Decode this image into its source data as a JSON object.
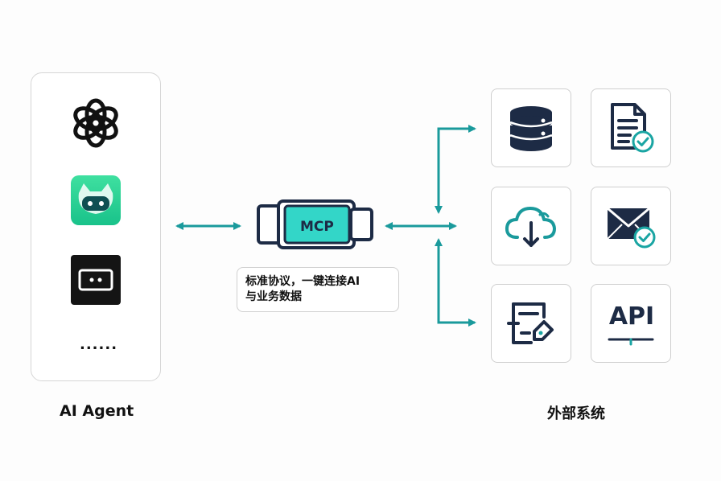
{
  "agent_label": "AI Agent",
  "ellipsis": "......",
  "mcp_label": "MCP",
  "caption": {
    "line1": "标准协议，一键连接AI",
    "line2": "与业务数据"
  },
  "external_label": "外部系统",
  "api_label": "API",
  "colors": {
    "teal": "#1a9a9c",
    "navy": "#1d2b45",
    "mcp_fill": "#33d6c8",
    "check": "#1aa5a3"
  }
}
